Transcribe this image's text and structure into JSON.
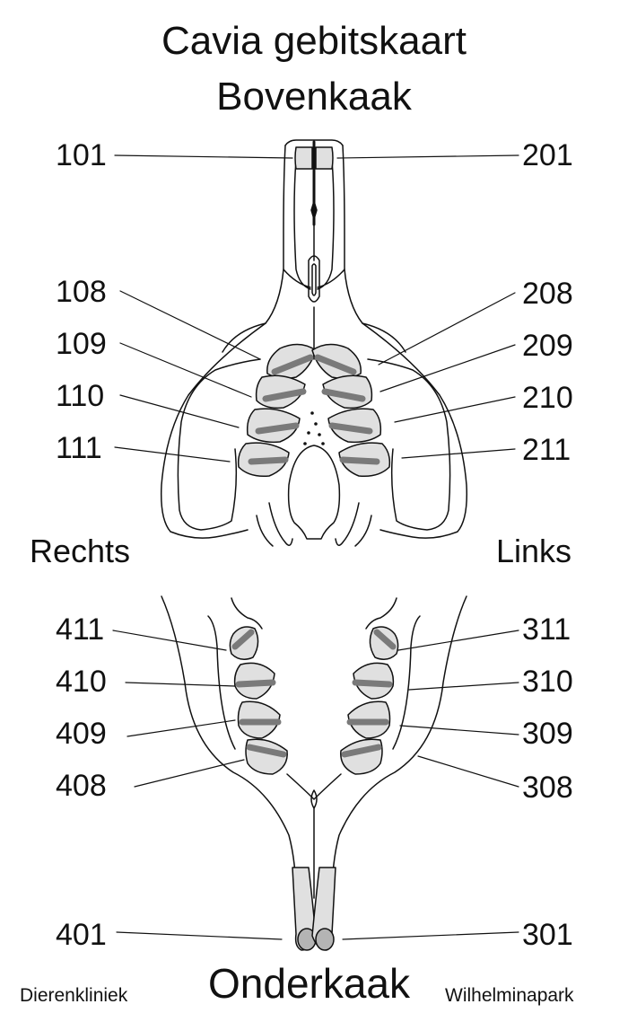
{
  "title": {
    "line1": "Cavia gebitskaart",
    "line2": "Bovenkaak",
    "bottom": "Onderkaak"
  },
  "sides": {
    "right": "Rechts",
    "left": "Links"
  },
  "upper_jaw": {
    "right_labels": [
      "101",
      "108",
      "109",
      "110",
      "111"
    ],
    "left_labels": [
      "201",
      "208",
      "209",
      "210",
      "211"
    ]
  },
  "lower_jaw": {
    "right_labels": [
      "411",
      "410",
      "409",
      "408",
      "401"
    ],
    "left_labels": [
      "311",
      "310",
      "309",
      "308",
      "301"
    ]
  },
  "footer": {
    "left": "Dierenkliniek",
    "right": "Wilhelminapark"
  },
  "colors": {
    "line": "#111111",
    "tooth_fill": "#e0e0e0",
    "tooth_band": "#7a7a7a"
  }
}
